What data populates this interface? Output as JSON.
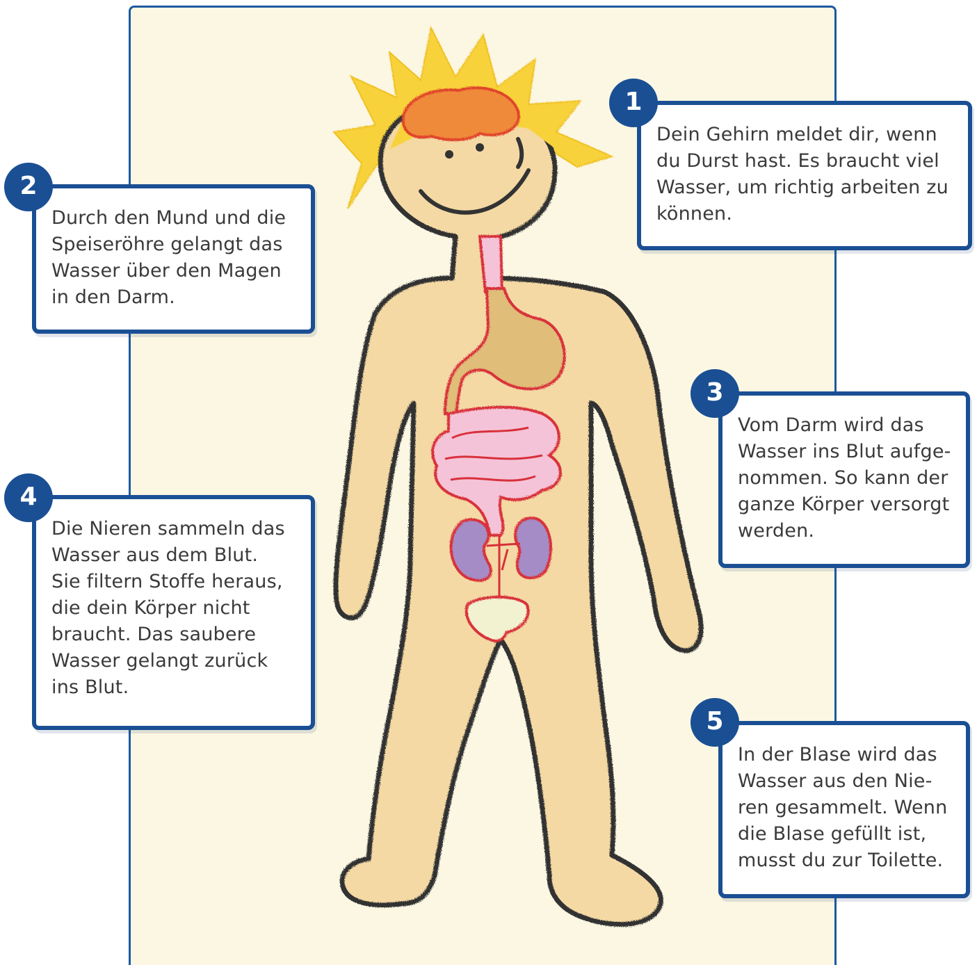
{
  "callouts": [
    {
      "number": "1",
      "lines": [
        "Dein Gehirn meldet dir, wenn",
        "du Durst hast. Es braucht viel",
        "Wasser, um richtig arbeiten zu",
        "können."
      ]
    },
    {
      "number": "2",
      "lines": [
        "Durch den Mund und die",
        "Speiseröhre gelangt das",
        "Wasser über den Magen",
        "in den Darm."
      ]
    },
    {
      "number": "3",
      "lines": [
        "Vom Darm wird das",
        "Wasser ins Blut aufge-",
        "nommen. So kann der",
        "ganze Körper versorgt",
        "werden."
      ]
    },
    {
      "number": "4",
      "lines": [
        "Die Nieren sammeln das",
        "Wasser aus dem Blut.",
        "Sie filtern Stoffe heraus,",
        "die dein Körper nicht",
        "braucht. Das saubere",
        "Wasser gelangt zurück",
        "ins Blut."
      ]
    },
    {
      "number": "5",
      "lines": [
        "In der Blase wird das",
        "Wasser aus den Nie-",
        "ren gesammelt. Wenn",
        "die Blase gefüllt ist,",
        "musst du zur Toilette."
      ]
    }
  ],
  "colors": {
    "frame_blue": "#1a4f94",
    "panel_bg": "#fbf7e3",
    "skin": "#f4d9a4",
    "hair": "#f7d23a",
    "brain": "#f08a3a",
    "stomach": "#e0bd78",
    "intestine": "#f5c3d8",
    "kidney": "#a58cc7",
    "bladder": "#f3f2d0",
    "organ_outline": "#d8303a"
  },
  "illustration": {
    "subject": "child-body-water-path",
    "organs": [
      "brain",
      "esophagus",
      "stomach",
      "small-intestine",
      "kidneys",
      "bladder"
    ]
  }
}
